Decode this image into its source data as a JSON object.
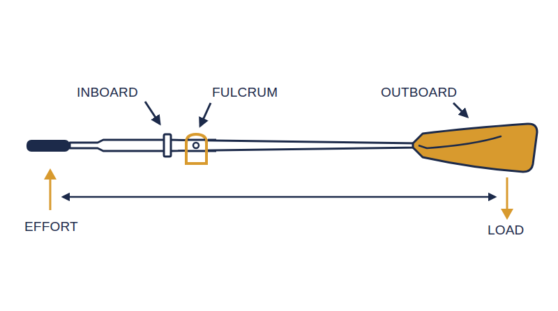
{
  "diagram": {
    "labels": [
      "INBOARD",
      "FULCRUM",
      "OUTBOARD",
      "EFFORT",
      "LOAD"
    ]
  }
}
